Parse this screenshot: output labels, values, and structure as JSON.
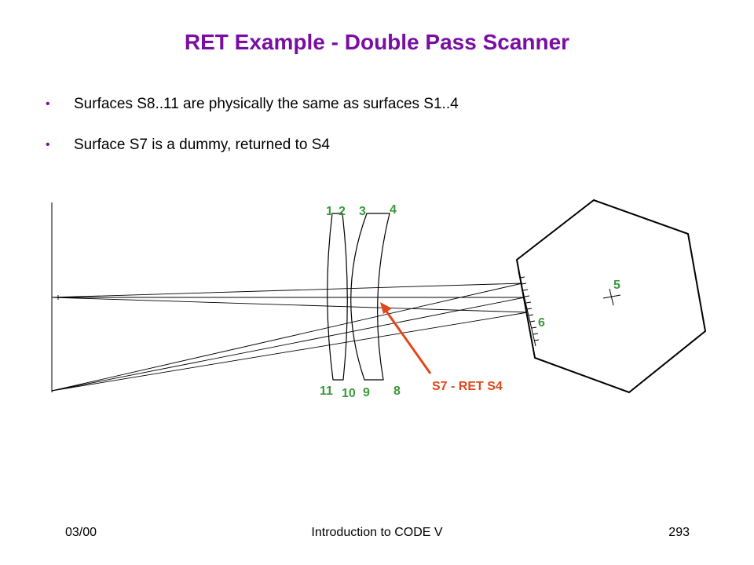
{
  "title": "RET Example - Double Pass Scanner",
  "bullets": [
    "Surfaces S8..11 are physically the same as surfaces S1..4",
    "Surface S7 is a dummy, returned to S4"
  ],
  "diagram": {
    "surface_labels": {
      "s1": "1",
      "s2": "2",
      "s3": "3",
      "s4": "4",
      "s5": "5",
      "s6": "6",
      "s8": "8",
      "s9": "9",
      "s10": "10",
      "s11": "11"
    },
    "annotation": "S7 - RET S4",
    "colors": {
      "labels": "#3a9a3a",
      "annotation": "#e2471b",
      "title": "#7a0ea3"
    }
  },
  "footer": {
    "left": "03/00",
    "center": "Introduction to CODE V",
    "right": "293"
  }
}
